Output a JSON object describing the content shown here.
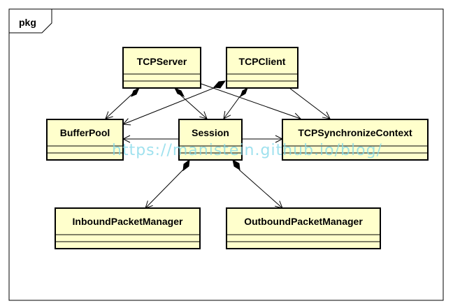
{
  "frame": {
    "label": "pkg"
  },
  "classes": {
    "tcpserver": "TCPServer",
    "tcpclient": "TCPClient",
    "bufferpool": "BufferPool",
    "session": "Session",
    "tcpsync": "TCPSynchronizeContext",
    "inbound": "InboundPacketManager",
    "outbound": "OutboundPacketManager"
  },
  "relations": [
    {
      "from": "TCPServer",
      "to": "BufferPool",
      "type": "composition"
    },
    {
      "from": "TCPServer",
      "to": "Session",
      "type": "composition"
    },
    {
      "from": "TCPServer",
      "to": "TCPSynchronizeContext",
      "type": "association"
    },
    {
      "from": "TCPClient",
      "to": "BufferPool",
      "type": "composition"
    },
    {
      "from": "TCPClient",
      "to": "Session",
      "type": "composition"
    },
    {
      "from": "TCPClient",
      "to": "TCPSynchronizeContext",
      "type": "association"
    },
    {
      "from": "Session",
      "to": "BufferPool",
      "type": "association"
    },
    {
      "from": "Session",
      "to": "TCPSynchronizeContext",
      "type": "association"
    },
    {
      "from": "Session",
      "to": "InboundPacketManager",
      "type": "composition"
    },
    {
      "from": "Session",
      "to": "OutboundPacketManager",
      "type": "composition"
    }
  ],
  "watermark": "https://manistein.github.io/blog/",
  "colors": {
    "class_fill": "#ffffcc",
    "stroke": "#000000",
    "watermark": "#7fd7e9"
  }
}
